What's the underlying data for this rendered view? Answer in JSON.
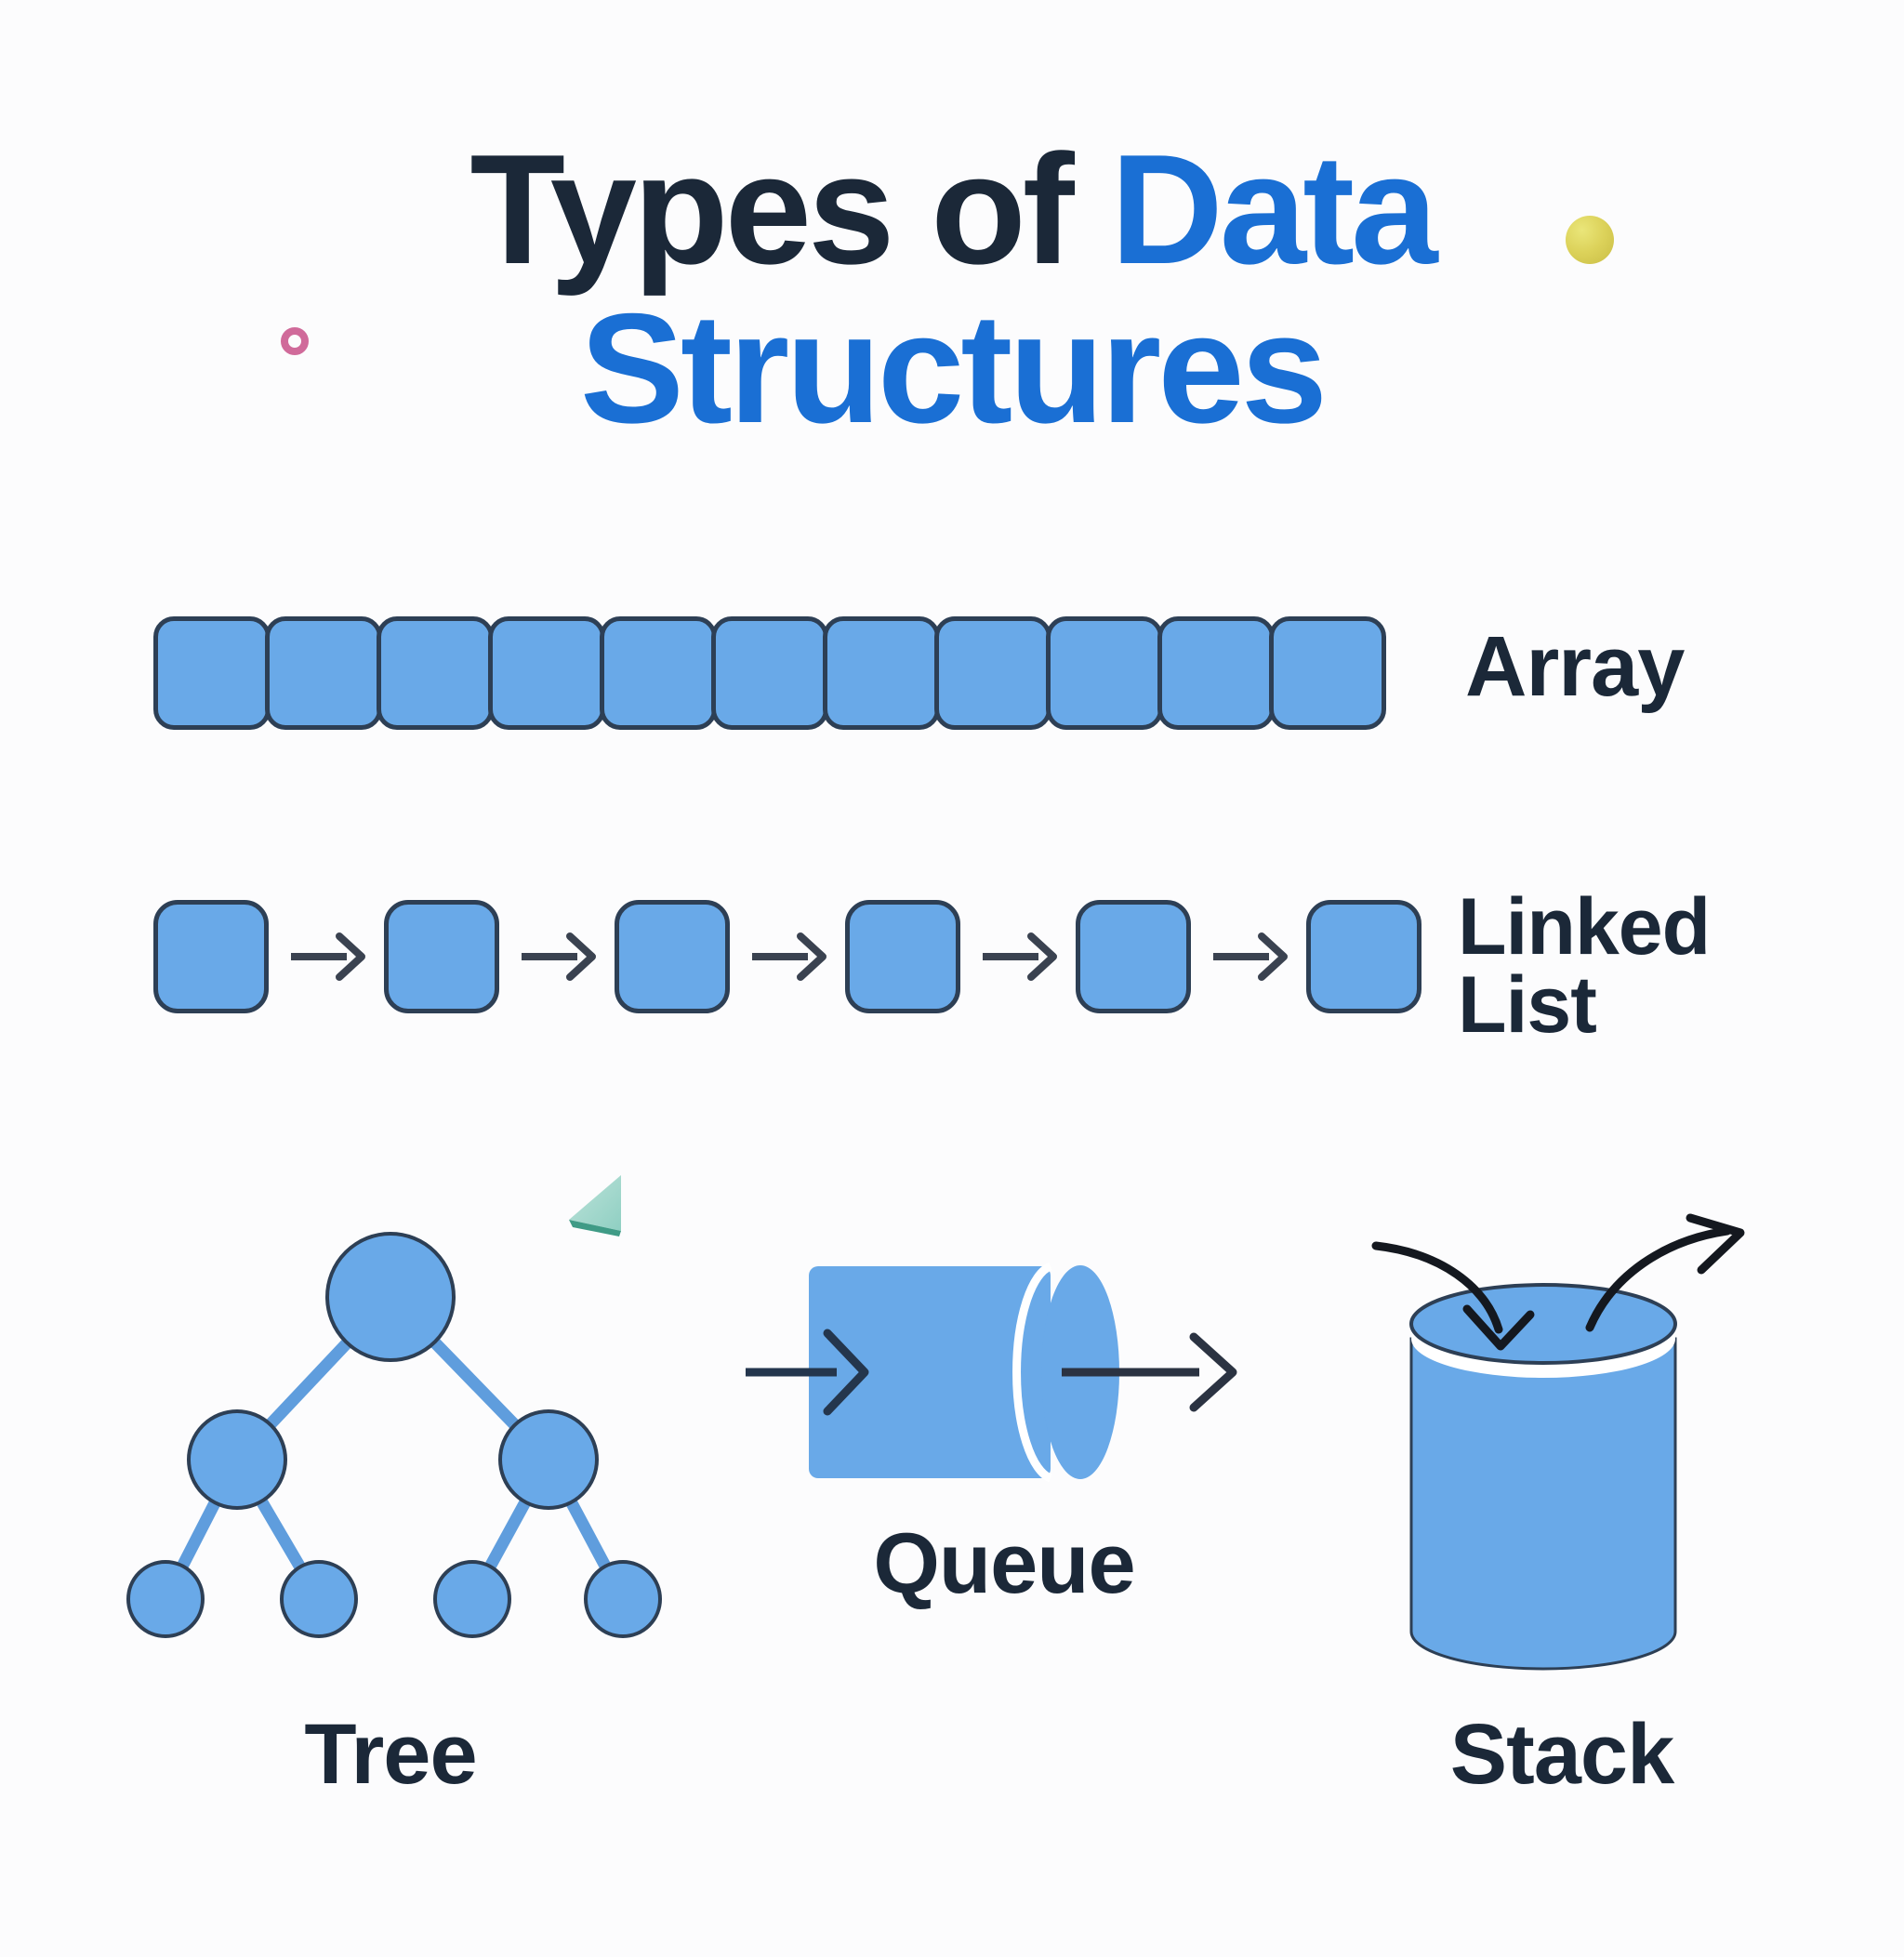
{
  "poster": {
    "title_line1_dark": "Types of",
    "title_line1_blue": "Data",
    "title_line2_blue": "Structures",
    "background_color": "#fcfcfd"
  },
  "colors": {
    "title_dark": "#1b2838",
    "title_blue": "#1a6fd4",
    "shape_fill": "#69a9e8",
    "shape_stroke": "#2d3f55",
    "edge_blue": "#5f9ddd",
    "arrow_dark": "#3a4250",
    "deco_ring": "#d06a9a",
    "deco_sphere": "#dcd25a",
    "deco_cone": "#3f9b86"
  },
  "decorations": [
    {
      "name": "ring",
      "shape": "circle-outline",
      "color": "#d06a9a"
    },
    {
      "name": "sphere",
      "shape": "filled-sphere",
      "color": "#dcd25a"
    },
    {
      "name": "cone",
      "shape": "triangle-cone",
      "color": "#3f9b86"
    }
  ],
  "structures": [
    {
      "id": "array",
      "label": "Array",
      "cell_count": 11,
      "shape": "row-of-rounded-cells"
    },
    {
      "id": "linked-list",
      "label_line1": "Linked",
      "label_line2": "List",
      "node_count": 6,
      "arrow_count": 5,
      "shape": "nodes-with-arrows"
    },
    {
      "id": "tree",
      "label": "Tree",
      "levels": 3,
      "node_counts_per_level": [
        1,
        2,
        4
      ],
      "total_nodes": 7,
      "edge_count": 6,
      "shape": "binary-tree"
    },
    {
      "id": "queue",
      "label": "Queue",
      "shape": "horizontal-cylinder",
      "arrows": [
        "enqueue-in-left",
        "dequeue-out-right"
      ]
    },
    {
      "id": "stack",
      "label": "Stack",
      "shape": "vertical-cylinder",
      "arrows": [
        "push-curved-in",
        "pop-curved-out"
      ]
    }
  ]
}
